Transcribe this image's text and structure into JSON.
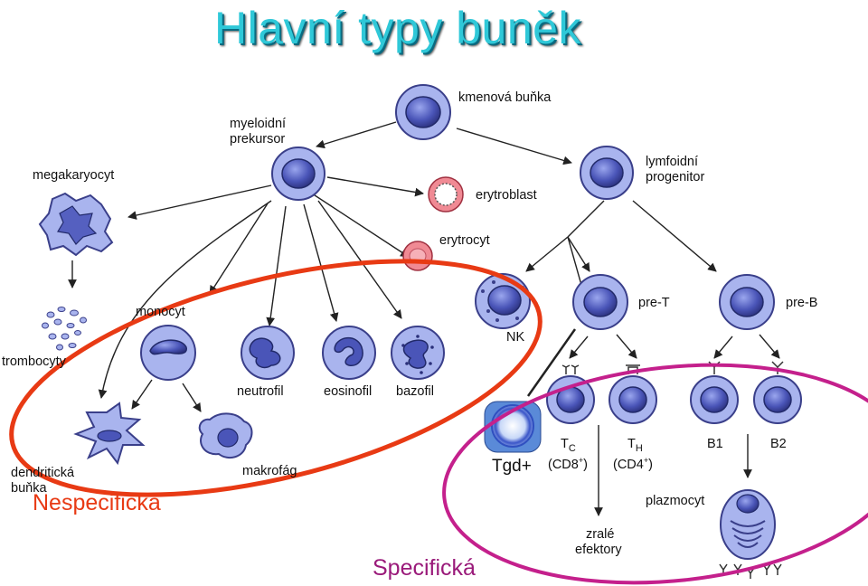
{
  "title": "Hlavní typy buněk",
  "labels": {
    "stem_cell": "kmenová buňka",
    "myeloid_1": "myeloidní",
    "myeloid_2": "prekursor",
    "lymphoid_1": "lymfoidní",
    "lymphoid_2": "progenitor",
    "megakaryocyte": "megakaryocyt",
    "erythroblast": "erytroblast",
    "erythrocyte": "erytrocyt",
    "thrombocytes": "trombocyty",
    "monocyte": "monocyt",
    "neutrophil": "neutrofil",
    "eosinophil": "eosinofil",
    "basophil": "bazofil",
    "nk": "NK",
    "pre_t": "pre-T",
    "pre_b": "pre-B",
    "dendritic_1": "dendritická",
    "dendritic_2": "buňka",
    "macrophage": "makrofág",
    "tgd": "Tgd+",
    "tc": "T",
    "tc_sub": "C",
    "tc_marker": "(CD8",
    "tc_marker_sup": "+",
    "tc_marker_end": ")",
    "th": "T",
    "th_sub": "H",
    "th_marker": "(CD4",
    "th_marker_sup": "+",
    "th_marker_end": ")",
    "b1": "B1",
    "b2": "B2",
    "plasma_cell": "plazmocyt",
    "effectors_1": "zralé",
    "effectors_2": "efektory"
  },
  "groups": {
    "nonspecific": "Nespecifická",
    "specific": "Specifická"
  },
  "colors": {
    "title": "#2fc8d8",
    "cell_fill": "#a9b4ee",
    "cell_stroke": "#3a3f8a",
    "nucleus": "#4a55b8",
    "nonspecific_ring": "#e83a14",
    "specific_ring": "#c4208c",
    "erythro": "#f08a94"
  }
}
